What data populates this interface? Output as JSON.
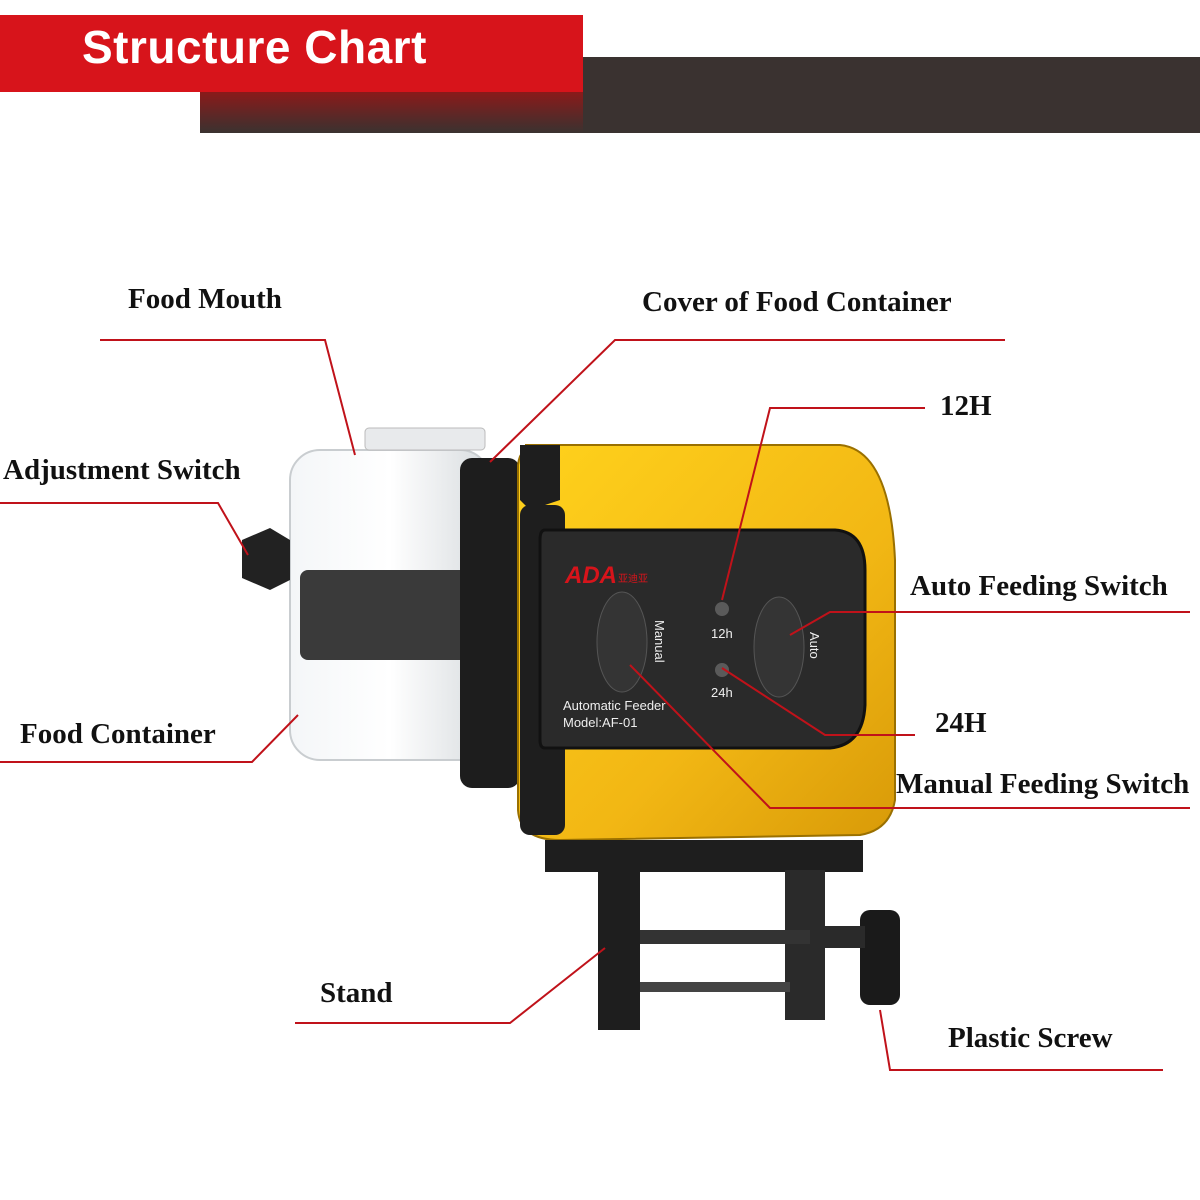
{
  "header": {
    "title": "Structure Chart"
  },
  "labels": {
    "food_mouth": "Food Mouth",
    "cover": "Cover of Food Container",
    "h12": "12H",
    "adjustment_switch": "Adjustment Switch",
    "auto_switch": "Auto Feeding Switch",
    "h24": "24H",
    "food_container": "Food Container",
    "manual_switch": "Manual Feeding Switch",
    "stand": "Stand",
    "plastic_screw": "Plastic Screw"
  },
  "device_panel": {
    "logo": "ADA",
    "logo_cn": "亚迪亚",
    "manual": "Manual",
    "auto": "Auto",
    "led_12": "12h",
    "led_24": "24h",
    "product_line1": "Automatic Feeder",
    "product_line2": "Model:AF-01"
  },
  "colors": {
    "accent_red": "#d7141b",
    "leader_line": "#c0121a",
    "body_yellow": "#f2b714",
    "header_dark": "#3a3230"
  }
}
